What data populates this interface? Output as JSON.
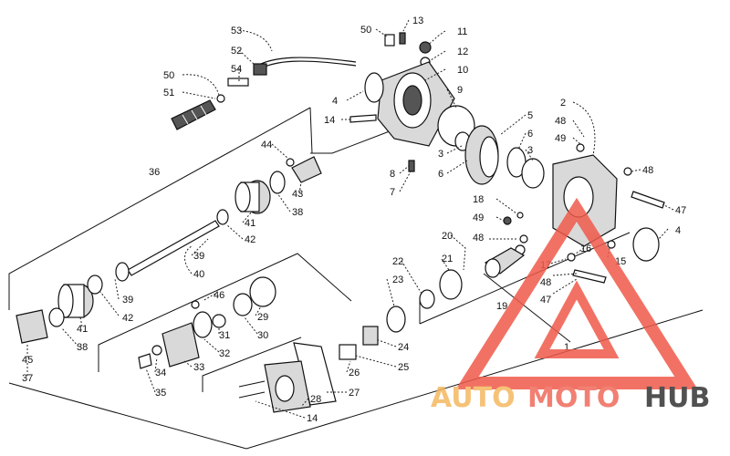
{
  "diagram": {
    "callouts": [
      {
        "id": "c53",
        "text": "53"
      },
      {
        "id": "c52",
        "text": "52"
      },
      {
        "id": "c54",
        "text": "54"
      },
      {
        "id": "c50a",
        "text": "50"
      },
      {
        "id": "c51",
        "text": "51"
      },
      {
        "id": "c50b",
        "text": "50"
      },
      {
        "id": "c13",
        "text": "13"
      },
      {
        "id": "c11",
        "text": "11"
      },
      {
        "id": "c12",
        "text": "12"
      },
      {
        "id": "c10",
        "text": "10"
      },
      {
        "id": "c9",
        "text": "9"
      },
      {
        "id": "c4a",
        "text": "4"
      },
      {
        "id": "c14a",
        "text": "14"
      },
      {
        "id": "c2",
        "text": "2"
      },
      {
        "id": "c48a",
        "text": "48"
      },
      {
        "id": "c49a",
        "text": "49"
      },
      {
        "id": "c5",
        "text": "5"
      },
      {
        "id": "c6a",
        "text": "6"
      },
      {
        "id": "c3a",
        "text": "3"
      },
      {
        "id": "c3b",
        "text": "3"
      },
      {
        "id": "c6b",
        "text": "6"
      },
      {
        "id": "c48b",
        "text": "48"
      },
      {
        "id": "c47a",
        "text": "47"
      },
      {
        "id": "c44",
        "text": "44"
      },
      {
        "id": "c36",
        "text": "36"
      },
      {
        "id": "c43",
        "text": "43"
      },
      {
        "id": "c8",
        "text": "8"
      },
      {
        "id": "c7",
        "text": "7"
      },
      {
        "id": "c38a",
        "text": "38"
      },
      {
        "id": "c41a",
        "text": "41"
      },
      {
        "id": "c42a",
        "text": "42"
      },
      {
        "id": "c18",
        "text": "18"
      },
      {
        "id": "c49b",
        "text": "49"
      },
      {
        "id": "c4b",
        "text": "4"
      },
      {
        "id": "c48c",
        "text": "48"
      },
      {
        "id": "c20",
        "text": "20"
      },
      {
        "id": "c16",
        "text": "16"
      },
      {
        "id": "c39a",
        "text": "39"
      },
      {
        "id": "c40",
        "text": "40"
      },
      {
        "id": "c22",
        "text": "22"
      },
      {
        "id": "c21",
        "text": "21"
      },
      {
        "id": "c17",
        "text": "17"
      },
      {
        "id": "c15",
        "text": "15"
      },
      {
        "id": "c48d",
        "text": "48"
      },
      {
        "id": "c47b",
        "text": "47"
      },
      {
        "id": "c23",
        "text": "23"
      },
      {
        "id": "c39b",
        "text": "39"
      },
      {
        "id": "c46",
        "text": "46"
      },
      {
        "id": "c19",
        "text": "19"
      },
      {
        "id": "c42b",
        "text": "42"
      },
      {
        "id": "c29",
        "text": "29"
      },
      {
        "id": "c41b",
        "text": "41"
      },
      {
        "id": "c31",
        "text": "31"
      },
      {
        "id": "c30",
        "text": "30"
      },
      {
        "id": "c38b",
        "text": "38"
      },
      {
        "id": "c32",
        "text": "32"
      },
      {
        "id": "c1",
        "text": "1"
      },
      {
        "id": "c24",
        "text": "24"
      },
      {
        "id": "c45",
        "text": "45"
      },
      {
        "id": "c34",
        "text": "34"
      },
      {
        "id": "c33",
        "text": "33"
      },
      {
        "id": "c25",
        "text": "25"
      },
      {
        "id": "c37",
        "text": "37"
      },
      {
        "id": "c35",
        "text": "35"
      },
      {
        "id": "c26",
        "text": "26"
      },
      {
        "id": "c27",
        "text": "27"
      },
      {
        "id": "c28",
        "text": "28"
      },
      {
        "id": "c14b",
        "text": "14"
      }
    ]
  },
  "watermark": {
    "word_auto": "AUTO",
    "word_moto": "MOTO",
    "word_hub": "HUB",
    "color_auto": "#f4b860",
    "color_moto": "#ef6b5b",
    "color_hub": "#333333",
    "triangle_color": "#ef5a4a"
  }
}
